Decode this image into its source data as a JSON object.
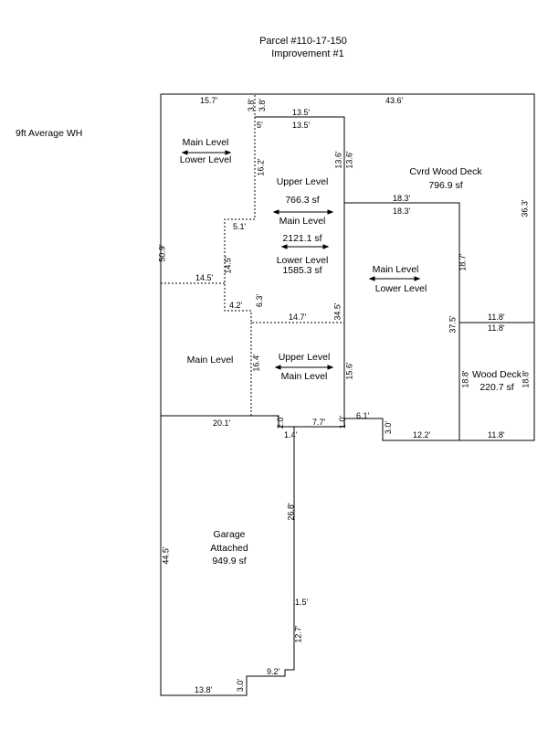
{
  "header": {
    "parcel": "Parcel #110-17-150",
    "improvement": "Improvement #1"
  },
  "note": "9ft Average WH",
  "areas": {
    "upper_main_left_1": "Main Level",
    "upper_main_left_2": "Lower Level",
    "upper_center_1": "Upper Level",
    "upper_center_sf": "766.3 sf",
    "upper_center_2": "Main Level",
    "upper_center_2_sf": "2121.1 sf",
    "upper_center_3": "Lower Level",
    "upper_center_3_sf": "1585.3 sf",
    "cvrd_deck": "Cvrd Wood Deck",
    "cvrd_deck_sf": "796.9 sf",
    "right_main": "Main Level",
    "right_lower": "Lower Level",
    "left_main": "Main Level",
    "lower_center_upper": "Upper Level",
    "lower_center_main": "Main Level",
    "wood_deck": "Wood Deck",
    "wood_deck_sf": "220.7 sf",
    "garage_1": "Garage",
    "garage_2": "Attached",
    "garage_sf": "949.9 sf"
  },
  "dimensions": {
    "d_15_7": "15.7'",
    "d_3_8a": "3.8'",
    "d_3_8b": "3.8'",
    "d_43_6": "43.6'",
    "d_13_5a": "13.5'",
    "d_13_5b": "13.5'",
    "d_5": "5'",
    "d_16_2": "16.2'",
    "d_13_6a": "13.6'",
    "d_13_6b": "13.6'",
    "d_18_3a": "18.3'",
    "d_18_3b": "18.3'",
    "d_36_3": "36.3'",
    "d_5_1": "5.1'",
    "d_50_9": "50.9'",
    "d_14_5a": "14.5'",
    "d_14_5b": "14.5'",
    "d_18_7": "18.7'",
    "d_4_2": "4.2'",
    "d_6_3": "6.3'",
    "d_34_5": "34.5'",
    "d_14_7": "14.7'",
    "d_11_8a": "11.8'",
    "d_11_8b": "11.8'",
    "d_37_5": "37.5'",
    "d_16_4": "16.4'",
    "d_15_6": "15.6'",
    "d_18_8a": "18.8'",
    "d_18_8b": "18.8'",
    "d_20_1": "20.1'",
    "d_2_0": "2.0'",
    "d_7_7": "7.7'",
    "d_1_0": "1.0'",
    "d_6_1": "6.1'",
    "d_1_4": "1.4'",
    "d_3_0a": "3.0'",
    "d_12_2": "12.2'",
    "d_11_8c": "11.8'",
    "d_26_8": "26.8'",
    "d_44_5": "44.5'",
    "d_1_5": "1.5'",
    "d_12_7": "12.7'",
    "d_9_2": "9.2'",
    "d_13_8": "13.8'",
    "d_3_0b": "3.0'"
  }
}
